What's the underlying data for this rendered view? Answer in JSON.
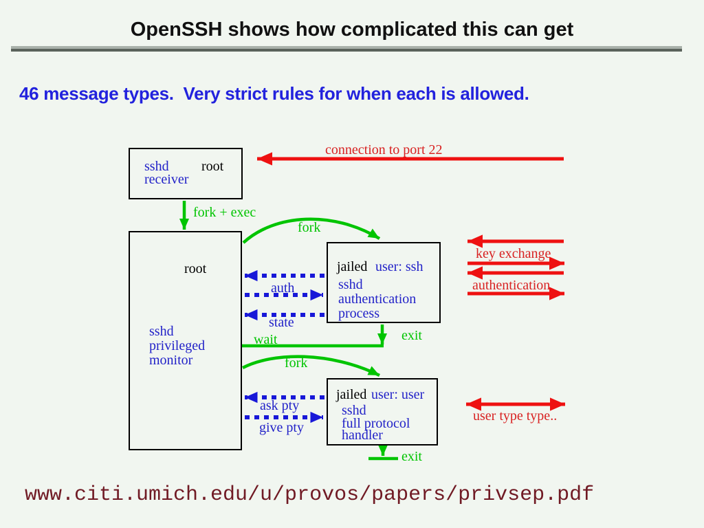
{
  "slide": {
    "title": "OpenSSH shows how complicated this can get",
    "subtitle": "46 message types.  Very strict rules for when each is allowed.",
    "footer_url": "www.citi.umich.edu/u/provos/papers/privsep.pdf"
  },
  "colors": {
    "background": "#f1f6f0",
    "subtitle_blue": "#2222dd",
    "diagram_text_blue": "#2222c8",
    "dashed_arrow_blue": "#1818d8",
    "green": "#00c400",
    "red_arrow": "#ee1111",
    "red_label": "#d82222",
    "footer_maroon": "#701a24"
  },
  "diagram": {
    "receiver": {
      "proc": "sshd",
      "user": "root",
      "role": "receiver"
    },
    "monitor": {
      "user": "root",
      "lines": [
        "sshd",
        "privileged",
        "monitor"
      ]
    },
    "jail1": {
      "jailed": "jailed",
      "user": "user: ssh",
      "lines": [
        "sshd",
        "authentication",
        "process"
      ]
    },
    "jail2": {
      "jailed": "jailed",
      "user": "user: user",
      "lines": [
        "sshd",
        "full protocol",
        "handler"
      ]
    },
    "labels": {
      "connection": "connection to port 22",
      "fork_exec": "fork + exec",
      "fork1": "fork",
      "fork2": "fork",
      "auth": "auth",
      "state": "state",
      "wait": "wait",
      "exit1": "exit",
      "exit2": "exit",
      "ask_pty": "ask pty",
      "give_pty": "give pty",
      "key_exchange": "key exchange",
      "authentication": "authentication",
      "user_type": "user type type.."
    }
  }
}
